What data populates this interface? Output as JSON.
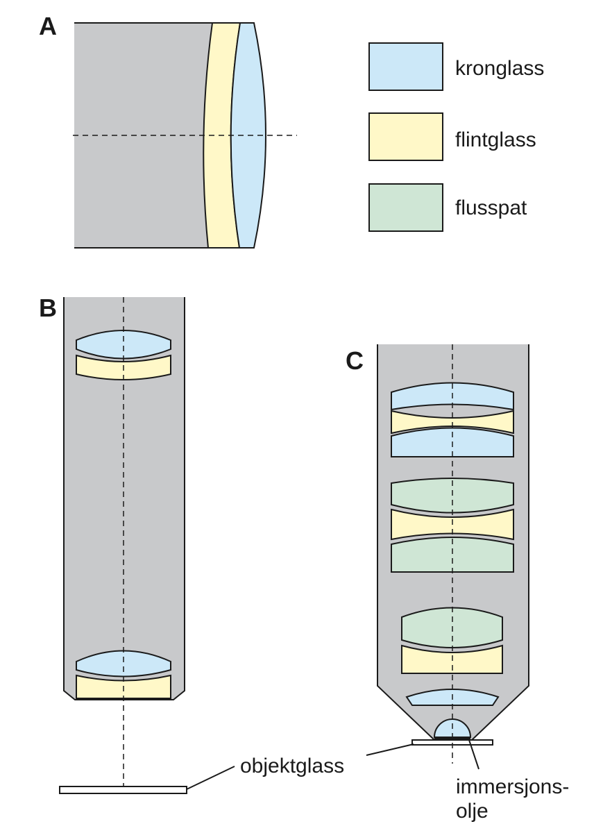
{
  "panels": {
    "a": "A",
    "b": "B",
    "c": "C"
  },
  "legend": [
    {
      "label": "kronglass",
      "color": "#cce8f8"
    },
    {
      "label": "flintglass",
      "color": "#fff8c8"
    },
    {
      "label": "flusspat",
      "color": "#cfe6d5"
    }
  ],
  "callouts": {
    "slide": "objektglass",
    "oil_line1": "immersjons-",
    "oil_line2": "olje"
  },
  "colors": {
    "housing": "#c8c9cb",
    "outline": "#1a1a1a",
    "slide": "#ffffff"
  }
}
